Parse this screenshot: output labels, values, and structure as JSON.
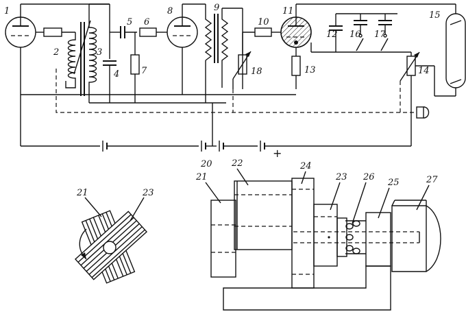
{
  "diagram": {
    "labels": {
      "n1": "1",
      "n2": "2",
      "n3": "3",
      "n4": "4",
      "n5": "5",
      "n6": "6",
      "n7": "7",
      "n8": "8",
      "n9": "9",
      "n10": "10",
      "n11": "11",
      "n12": "12",
      "n13": "13",
      "n14": "14",
      "n15": "15",
      "n16": "16",
      "n17": "17",
      "n18": "18",
      "n20": "20",
      "n21": "21",
      "n22": "22",
      "n23": "23",
      "n24": "24",
      "n25": "25",
      "n26": "26",
      "n27": "27",
      "n21b": "21",
      "n23b": "23",
      "plus": "+"
    }
  }
}
